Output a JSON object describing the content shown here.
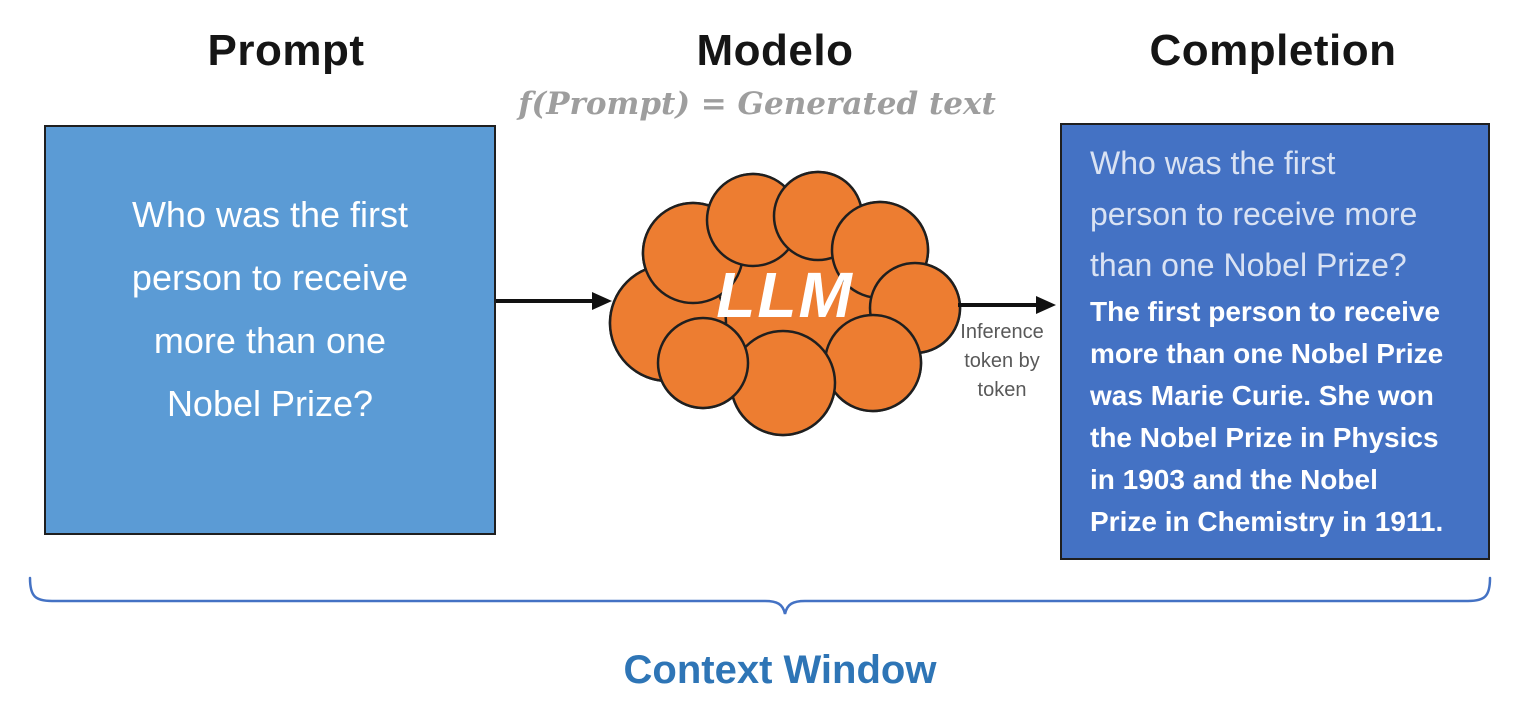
{
  "titles": {
    "prompt": "Prompt",
    "model": "Modelo",
    "completion": "Completion"
  },
  "formula": "f(Prompt) = Generated text",
  "prompt_box": {
    "text": "Who was the first person to receive more than one Nobel Prize?",
    "lines": [
      "Who was the first",
      "person to receive",
      "more than one",
      "Nobel Prize?"
    ]
  },
  "model": {
    "label": "LLM"
  },
  "inference_label": {
    "text": "Inference token by token",
    "lines": [
      "Inference",
      "token by",
      "token"
    ]
  },
  "completion_box": {
    "echo_text": "Who was the first person to receive more than one Nobel Prize?",
    "echo_lines": [
      "Who was the first",
      "person to receive more",
      "than one Nobel Prize?"
    ],
    "answer_text": "The first person to receive more than one Nobel Prize was Marie Curie. She won the Nobel Prize in Physics in 1903 and the Nobel Prize in Chemistry in 1911.",
    "answer_lines": [
      "The first person to receive",
      "more than one Nobel Prize",
      "was Marie Curie. She won",
      "the Nobel Prize in Physics",
      "in 1903 and the Nobel",
      "Prize in Chemistry in 1911."
    ]
  },
  "context_window": {
    "label": "Context Window"
  },
  "colors": {
    "prompt-box-bg": "#5b9bd5",
    "completion-box-bg": "#4472c4",
    "cloud": "#ed7d31",
    "outline": "#1f1f1f",
    "brace": "#4472c4",
    "context-window": "#2e75b6",
    "formula-gray": "#9e9e9e",
    "inference-gray": "#595959"
  }
}
